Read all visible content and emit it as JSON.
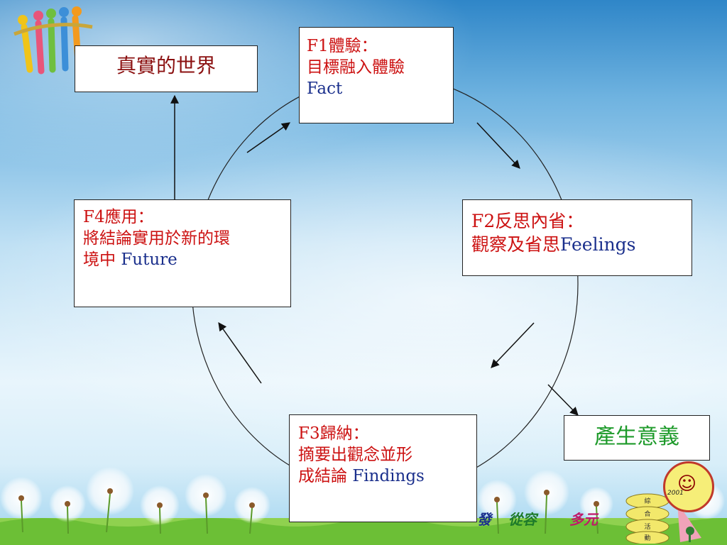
{
  "boxes": {
    "real_world": "真實的世界",
    "f1": {
      "line1": "F1體驗：",
      "line2": "目標融入體驗",
      "line3": "Fact"
    },
    "f2": {
      "line1": "F2反思內省：",
      "line2a": "觀察及省思",
      "line2b": "Feelings"
    },
    "f3": {
      "line1": "F3歸納：",
      "line2": "摘要出觀念並形",
      "line3a": "成結論 ",
      "line3b": "Findings"
    },
    "f4": {
      "line1": "F4應用：",
      "line2": "將結論實用於新的環",
      "line3a": "境中 ",
      "line3b": "Future"
    },
    "meaning": "產生意義"
  },
  "footer": {
    "words": [
      "發",
      "從容",
      "多元"
    ]
  },
  "badge": {
    "year": "2001",
    "oval_chars": [
      "綜",
      "合",
      "活",
      "動"
    ]
  },
  "colors": {
    "red": "#cc1111",
    "blue": "#1a2f8c",
    "green": "#1d9a2a",
    "border": "#222222"
  }
}
